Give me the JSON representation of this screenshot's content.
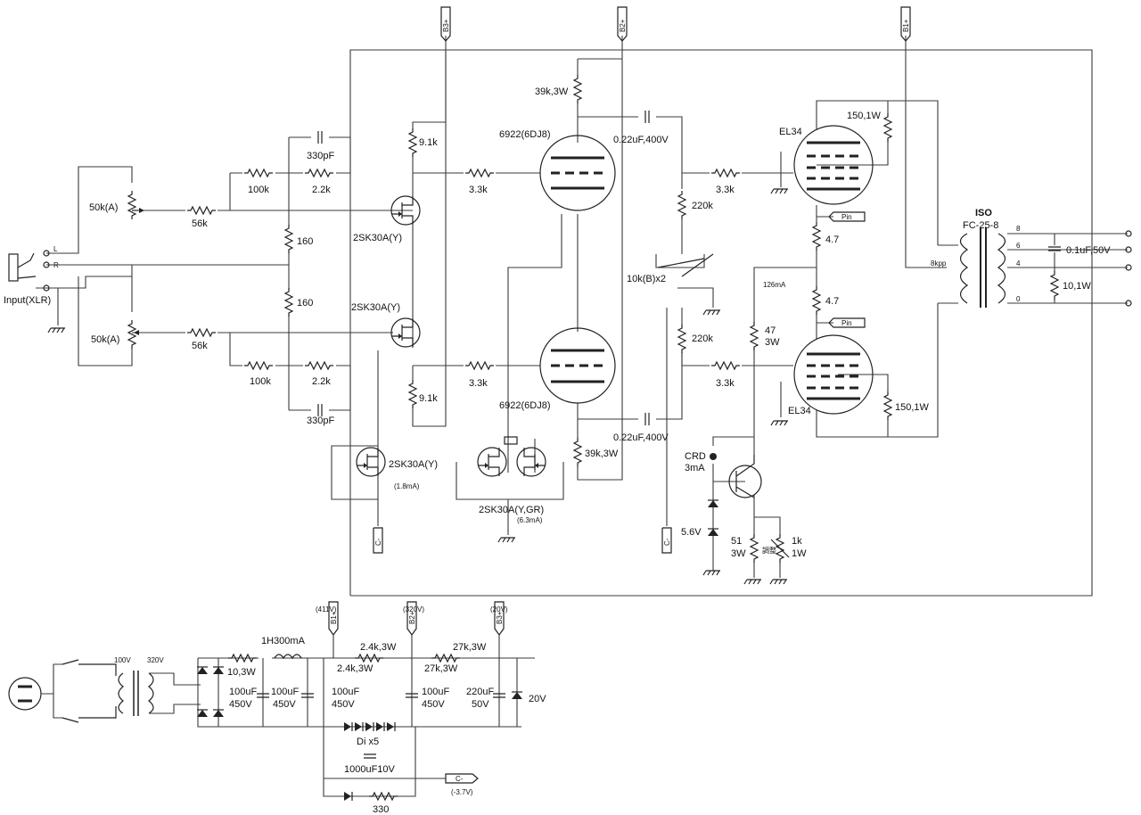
{
  "labels": {
    "b3_top": "B3+",
    "b2_top": "B2+",
    "b1_top": "B1+",
    "r_39k_top": "39k,3W",
    "tube_6922_top": "6922(6DJ8)",
    "cap_022_top": "0.22uF,400V",
    "el34_top": "EL34",
    "r_150_top": "150,1W",
    "r_91_top": "9.1k",
    "cap_330_top": "330pF",
    "r_100k_top": "100k",
    "r_22k_top": "2.2k",
    "pot_top": "50k(A)",
    "r_56k_top": "56k",
    "fet_top": "2SK30A(Y)",
    "r_33k_a": "3.3k",
    "r_220k_top": "220k",
    "r_33k_b": "3.3k",
    "pin_1": "Pin",
    "iso": "ISO",
    "fc": "FC-25-8",
    "tap_8": "8",
    "tap_6": "6",
    "tap_4": "4",
    "tap_0": "0",
    "cap_01": "0.1uF,50V",
    "r_10_1w": "10,1W",
    "kpp": "8kpp",
    "l_lbl": "L",
    "r_lbl": "R",
    "input": "Input(XLR)",
    "r_160a": "160",
    "r_160b": "160",
    "r_47": "4.7",
    "r_47b": "4.7",
    "ma126": "126mA",
    "pot_10k": "10k(B)x2",
    "r_47_3w": "47",
    "w3": "3W",
    "pin_2": "Pin",
    "r_220k_bot": "220k",
    "fet_mid": "2SK30A(Y)",
    "pot_bot": "50k(A)",
    "r_56k_bot": "56k",
    "r_100k_bot": "100k",
    "r_22k_bot": "2.2k",
    "r_33k_c": "3.3k",
    "r_33k_d": "3.3k",
    "r_91_bot": "9.1k",
    "tube_6922_bot": "6922(6DJ8)",
    "el34_bot": "EL34",
    "r_150_bot": "150,1W",
    "cap_330_bot": "330pF",
    "cap_022_bot": "0.22uF,400V",
    "r_39k_bot": "39k,3W",
    "crd": "CRD",
    "ma3": "3mA",
    "fet_bot": "2SK30A(Y)",
    "ma18": "(1.8mA)",
    "fet_pair": "2SK30A(Y,GR)",
    "ma63": "(6.3mA)",
    "c_minus_1": "C-",
    "c_minus_2": "C-",
    "z56": "5.6V",
    "r_51": "51",
    "r_51w": "3W",
    "r_1k": "1k",
    "r_1kw": "1W",
    "adj": "調整",
    "v411": "(411V)",
    "v320": "(320V)",
    "v20": "(20V)",
    "b1_ps": "B1+",
    "b2_ps": "B2+",
    "b3_ps": "B3+",
    "v100": "100V",
    "v320t": "320V",
    "ind": "1H300mA",
    "r_10_3w": "10,3W",
    "r_24k_a": "2.4k,3W",
    "r_24k_b": "2.4k,3W",
    "r_27k_a": "27k,3W",
    "r_27k_b": "27k,3W",
    "c100a": "100uF",
    "c450a": "450V",
    "c100b": "100uF",
    "c450b": "450V",
    "c100c": "100uF",
    "c450c": "450V",
    "c100d": "100uF",
    "c450d": "450V",
    "c220": "220uF",
    "c50": "50V",
    "z20": "20V",
    "dix5": "Di x5",
    "c1000": "1000uF10V",
    "c_minus_ps": "C-",
    "v37": "(-3.7V)",
    "r_330": "330"
  }
}
